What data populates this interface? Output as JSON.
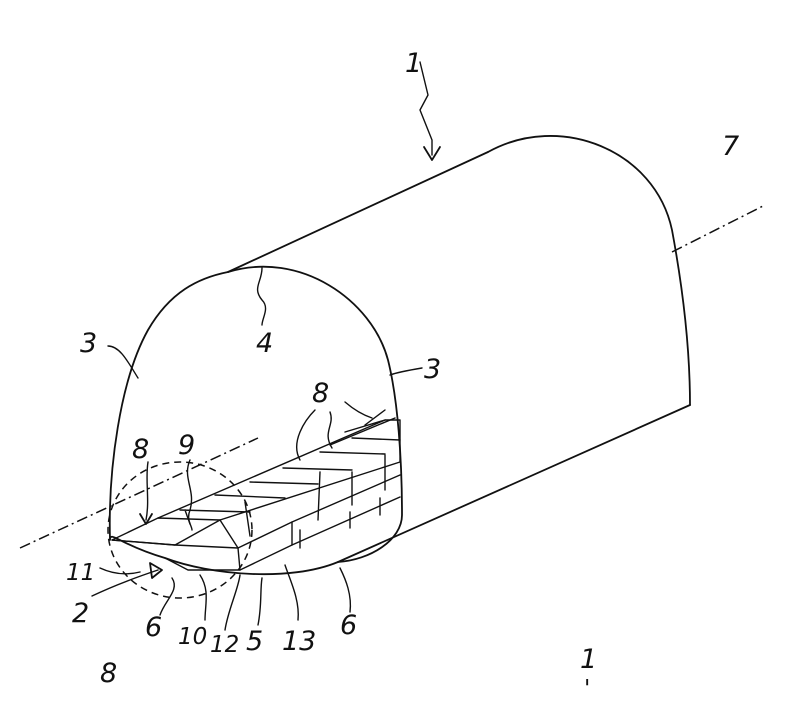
{
  "figure": {
    "number": "1",
    "number_tick": "'"
  },
  "labels": {
    "tunnel": "1",
    "bottom_section": "2",
    "side_wall_left": "3",
    "side_wall_right": "3",
    "crown": "4",
    "base": "5",
    "invert_left": "6",
    "invert_right": "6",
    "axis": "7",
    "segment_left": "8",
    "segment_right": "8",
    "detail": "8",
    "joint": "9",
    "layer_10": "10",
    "layer_11": "11",
    "layer_12": "12",
    "layer_13": "13"
  },
  "colors": {
    "ink": "#111111",
    "paper": "#ffffff"
  }
}
